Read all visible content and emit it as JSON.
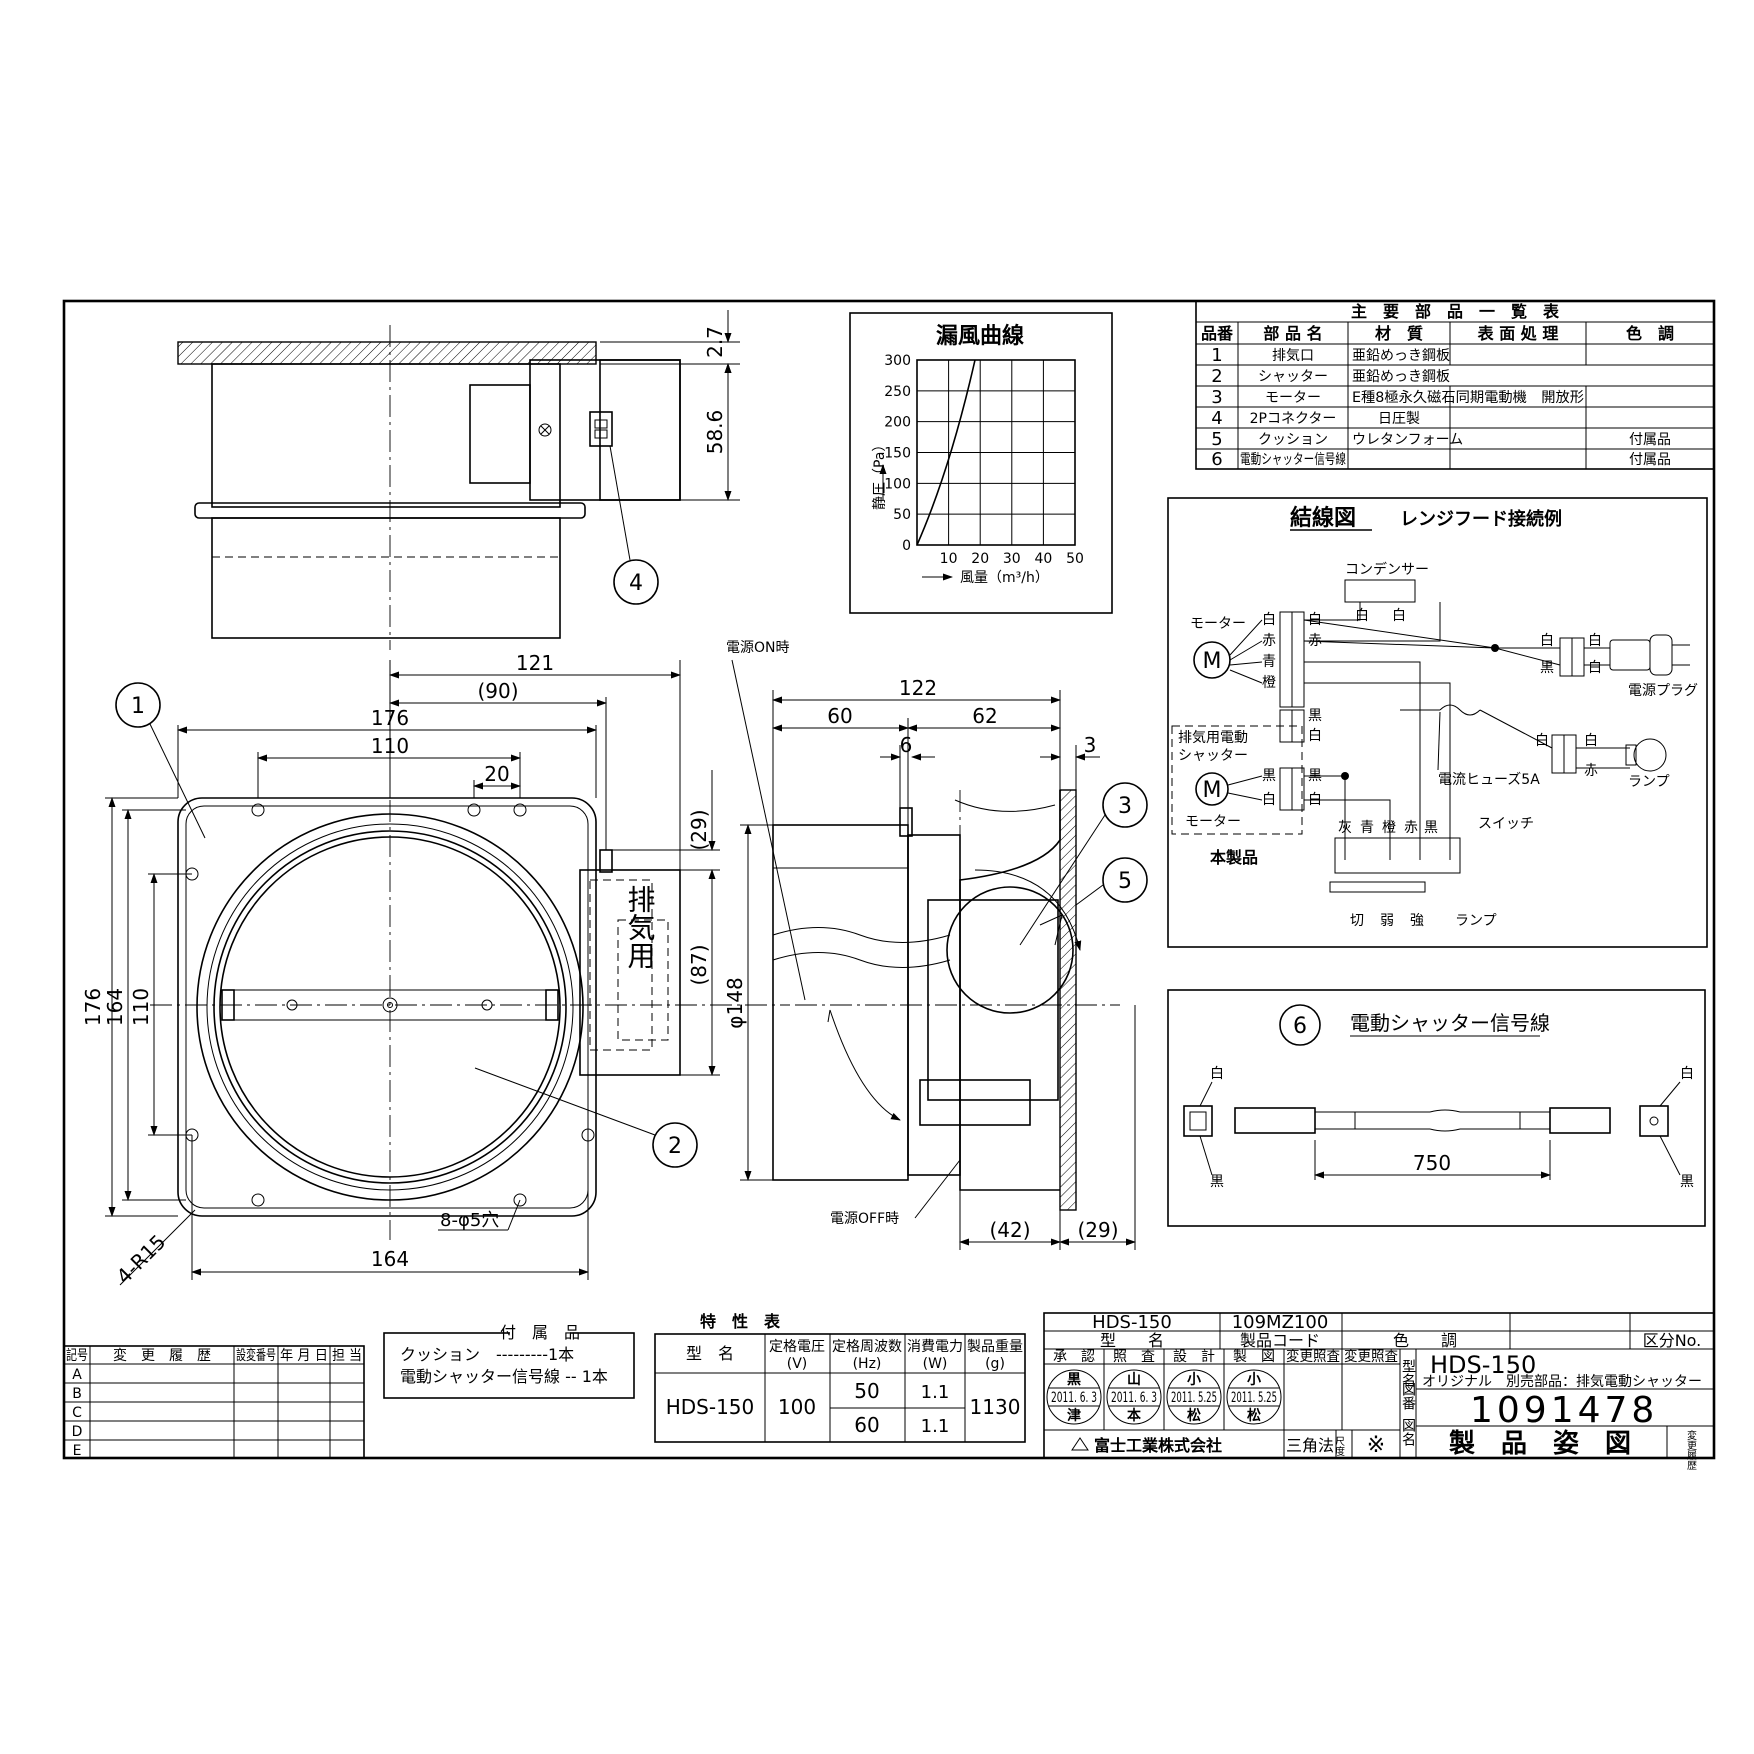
{
  "views": {
    "top_dims": {
      "d_2_7": "2.7",
      "d_58_6": "58.6"
    },
    "front_dims": {
      "d121": "121",
      "d90": "(90)",
      "d176": "176",
      "d110": "110",
      "d20": "20",
      "d29": "(29)",
      "d87": "(87)",
      "d176v": "176",
      "d164v": "164",
      "d110v": "110",
      "d164": "164",
      "r15": "4-R15",
      "holes": "8-φ5穴"
    },
    "side_dims": {
      "d122": "122",
      "d60": "60",
      "d62": "62",
      "d6": "6",
      "d3": "3",
      "d148": "φ148",
      "d42": "(42)",
      "d29": "(29)"
    },
    "front_label": "排気用",
    "power_on": "電源ON時",
    "power_off": "電源OFF時",
    "balloons": [
      "1",
      "2",
      "3",
      "4",
      "5",
      "6"
    ]
  },
  "leak_curve": {
    "title": "漏風曲線",
    "ylabel": "静圧（Pa）",
    "xlabel": "風量（m³/h）",
    "y_ticks": [
      "0",
      "50",
      "100",
      "150",
      "200",
      "250",
      "300"
    ],
    "x_ticks": [
      "10",
      "20",
      "30",
      "40",
      "50"
    ]
  },
  "parts_table": {
    "title": "主　要　部　品　一　覧　表",
    "headers": [
      "品番",
      "部 品 名",
      "材　質",
      "表 面 処 理",
      "色　調"
    ],
    "rows": [
      [
        "1",
        "排気口",
        "亜鉛めっき鋼板",
        "",
        ""
      ],
      [
        "2",
        "シャッター",
        "亜鉛めっき鋼板",
        "",
        ""
      ],
      [
        "3",
        "モーター",
        "E種8極永久磁石同期電動機　開放形",
        "",
        ""
      ],
      [
        "4",
        "2Pコネクター",
        "日圧製",
        "",
        ""
      ],
      [
        "5",
        "クッション",
        "ウレタンフォーム",
        "",
        "付属品"
      ],
      [
        "6",
        "電動シャッター信号線",
        "",
        "",
        "付属品"
      ]
    ]
  },
  "wiring": {
    "title": "結線図",
    "subtitle": "レンジフード接続例",
    "labels": {
      "condenser": "コンデンサー",
      "motor": "モーター",
      "m": "M",
      "shutter": "排気用電動\nシャッター",
      "motor2": "モーター",
      "plug": "電源プラグ",
      "lamp": "ランプ",
      "fuse": "電流ヒューズ5A",
      "switch": "スイッチ",
      "product": "本製品",
      "white": "白",
      "red": "赤",
      "blue": "青",
      "orange": "橙",
      "black": "黒",
      "gray": "灰",
      "off": "切",
      "weak": "弱",
      "strong": "強",
      "lamp2": "ランプ"
    }
  },
  "signal_cable": {
    "title": "電動シャッター信号線",
    "number": "6",
    "length": "750",
    "white": "白",
    "black": "黒"
  },
  "accessories": {
    "title": "付　属　品",
    "rows": [
      "クッション　---------1本",
      "電動シャッター信号線 -- 1本"
    ]
  },
  "spec_table": {
    "title": "特　性　表",
    "headers": [
      "型　名",
      "定格電圧\n(V)",
      "定格周波数\n(Hz)",
      "消費電力\n(W)",
      "製品重量\n(g)"
    ],
    "model": "HDS-150",
    "voltage": "100",
    "rows": [
      [
        "50",
        "1.1"
      ],
      [
        "60",
        "1.1"
      ]
    ],
    "weight": "1130"
  },
  "revision_table": {
    "headers": [
      "記号",
      "変　更　履　歴",
      "設変番号",
      "年 月 日",
      "担 当"
    ],
    "marks": [
      "A",
      "B",
      "C",
      "D",
      "E"
    ]
  },
  "title_block": {
    "model": "HDS-150",
    "product_code": "109MZ100",
    "label_model": "型　　名",
    "label_code": "製品コード",
    "label_color": "色　　調",
    "label_class": "区分No.",
    "stamp_heads": [
      "承　認",
      "照　査",
      "設　計",
      "製　図",
      "変更照査",
      "変更照査"
    ],
    "stamps": [
      {
        "top": "黒",
        "date": "2011. 6. 3",
        "bottom": "津"
      },
      {
        "top": "山",
        "date": "2011. 6. 3",
        "bottom": "本"
      },
      {
        "top": "小",
        "date": "2011. 5.25",
        "bottom": "松"
      },
      {
        "top": "小",
        "date": "2011. 5.25",
        "bottom": "松"
      }
    ],
    "side_labels": [
      "型名",
      "図番",
      "図名"
    ],
    "name_main": "HDS-150",
    "name_sub": "オリジナル　別売部品：排気電動シャッター",
    "drawing_no": "1091478",
    "drawing_title": "製　品　姿　図",
    "company": "富士工業株式会社",
    "projection": "三角法",
    "scale_label": "尺度",
    "scale": "※",
    "revision_mark": "変更履歴"
  }
}
